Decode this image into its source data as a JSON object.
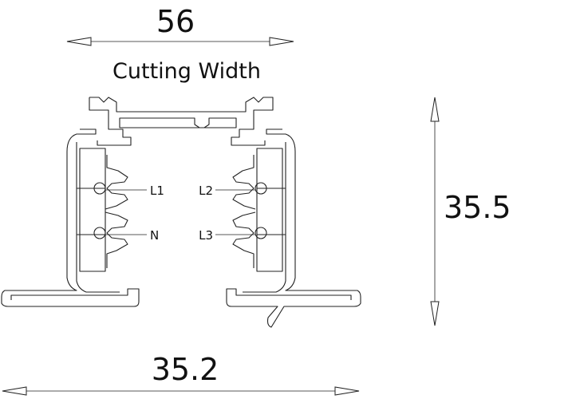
{
  "dimensions": {
    "top_width": "56",
    "top_caption": "Cutting Width",
    "height": "35.5",
    "bottom_width": "35.2"
  },
  "conductors": {
    "l1": "L1",
    "n": "N",
    "l2": "L2",
    "l3": "L3"
  }
}
